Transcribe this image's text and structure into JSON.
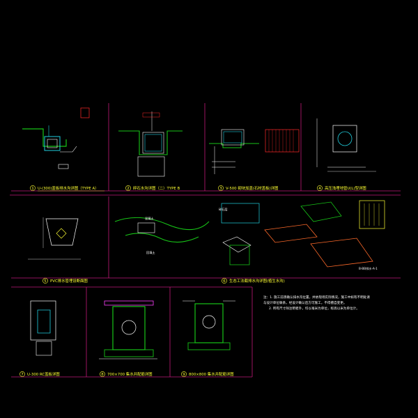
{
  "colors": {
    "background": "#000000",
    "frame": "#c2187a",
    "caption": "#ffff33",
    "green": "#17c417",
    "cyan": "#20d0e0",
    "white": "#ffffff",
    "red": "#ff2a2a",
    "magenta": "#ff40ff"
  },
  "details": [
    {
      "num": "1",
      "caption": "U-(300)盖板排水沟详图（TYPE A）"
    },
    {
      "num": "2",
      "caption": "碎石水沟详图（二）TYPE B"
    },
    {
      "num": "3",
      "caption": "V-500 砌块加盖(石材盖板)详图"
    },
    {
      "num": "4",
      "caption": "高压浅埋地管U(L)型详图"
    },
    {
      "num": "5",
      "caption": "PVC排水管埋设断面图"
    },
    {
      "num": "6",
      "caption": "生态工法截排水沟详图(植生水沟)"
    },
    {
      "num": "7",
      "caption": "U-300 RC盖板详图"
    },
    {
      "num": "8",
      "caption": "700×700 集水井配筋详图"
    },
    {
      "num": "9",
      "caption": "800×800 集水井配筋详图"
    }
  ],
  "notes": {
    "lines": [
      "注：1. 施工前须确认排水沟位置，并依现场实际情况，施工中如有不明处请",
      "   与设计单位联系，经设计确认后方可施工，不得擅自变更。",
      "2. 所有尺寸除注明者外，均以毫米为单位，标高以米为单位计。"
    ]
  },
  "labels": {
    "mat_gravel": "碎石层",
    "mat_soil": "回填土",
    "mat_concrete": "混凝土",
    "sheet_ref": "B-BB排水-A-1"
  }
}
